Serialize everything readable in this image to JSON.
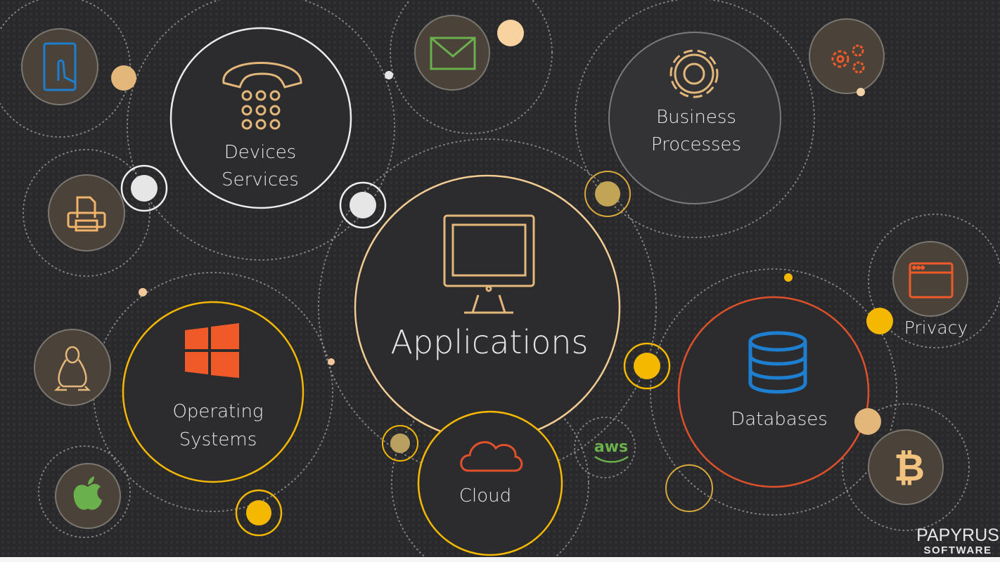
{
  "hubs": {
    "applications": {
      "label": "Applications"
    },
    "devices_services": {
      "line1": "Devices",
      "line2": "Services"
    },
    "business_processes": {
      "line1": "Business",
      "line2": "Processes"
    },
    "operating_systems": {
      "line1": "Operating",
      "line2": "Systems"
    },
    "databases": {
      "label": "Databases"
    },
    "cloud": {
      "label": "Cloud"
    }
  },
  "satellites": {
    "privacy": {
      "label": "Privacy"
    },
    "aws": {
      "label": "aws"
    }
  },
  "icons": [
    "tablet-touch-icon",
    "printer-icon",
    "linux-penguin-icon",
    "apple-icon",
    "email-icon",
    "gears-icon",
    "browser-window-icon",
    "bitcoin-icon",
    "telephone-icon",
    "gear-icon",
    "monitor-icon",
    "windows-icon",
    "database-icon",
    "cloud-icon",
    "aws-icon"
  ],
  "brand": {
    "line1": "PAPYRUS",
    "line2": "SOFTWARE"
  },
  "colors": {
    "background": "#2a2a2c",
    "gold": "#f5b800",
    "tan": "#e3b77a",
    "red": "#e0502a",
    "blue": "#1e7fd0",
    "green": "#6ab04c",
    "orange": "#f05a28"
  }
}
